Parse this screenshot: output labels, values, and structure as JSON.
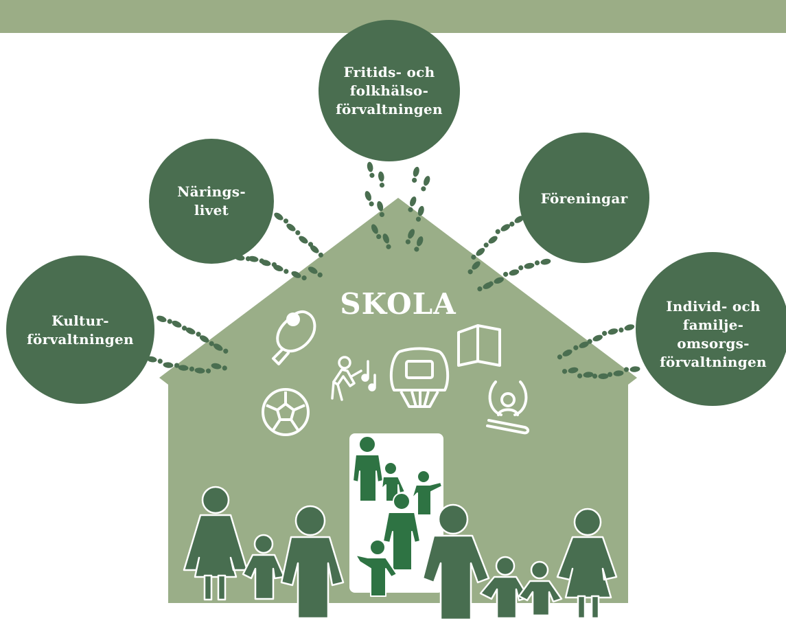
{
  "colors": {
    "banner": "#9bad86",
    "house": "#9aae88",
    "circle": "#4a6e50",
    "footprint": "#4a6e50",
    "icon": "#ffffff",
    "door": "#ffffff",
    "person": "#486e50",
    "door_person": "#2e7343"
  },
  "house": {
    "title": "SKOLA"
  },
  "circles": [
    {
      "id": "fritids",
      "label": "Fritids- och\nfolkhälso-\nförvaltningen"
    },
    {
      "id": "naringslivet",
      "label": "Närings-\nlivet"
    },
    {
      "id": "foreningar",
      "label": "Föreningar"
    },
    {
      "id": "kultur",
      "label": "Kultur-\nförvaltningen"
    },
    {
      "id": "individ",
      "label": "Individ- och\nfamilje-\nomsorgs-\nförvaltningen"
    }
  ],
  "icons": [
    "table-tennis-icon",
    "dancing-child-music-icon",
    "basketball-hoop-icon",
    "open-book-icon",
    "football-icon",
    "meditation-icon"
  ],
  "people": [
    "woman",
    "child",
    "man",
    "man",
    "child",
    "child",
    "woman",
    "door-man",
    "door-child",
    "door-child-waving",
    "door-man-2",
    "door-child-waving-2"
  ]
}
